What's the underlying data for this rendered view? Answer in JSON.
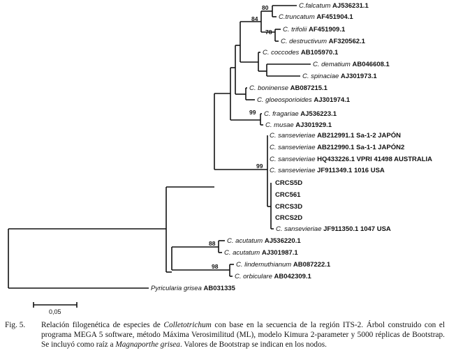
{
  "taxa": [
    {
      "species": "C.falcatum",
      "accession": "AJ536231.1",
      "italic": true
    },
    {
      "species": "C.truncatum",
      "accession": "AF451904.1",
      "italic": true
    },
    {
      "species": "C. trifolii",
      "accession": "AF451909.1",
      "italic": true
    },
    {
      "species": "C. destructivum",
      "accession": "AF320562.1",
      "italic": true
    },
    {
      "species": "C. coccodes",
      "accession": "AB105970.1",
      "italic": true
    },
    {
      "species": "C. dematium",
      "accession": "AB046608.1",
      "italic": true
    },
    {
      "species": "C. spinaciae",
      "accession": "AJ301973.1",
      "italic": true
    },
    {
      "species": "C. boninense",
      "accession": "AB087215.1",
      "italic": true
    },
    {
      "species": "C. gloeosporioides",
      "accession": "AJ301974.1",
      "italic": true
    },
    {
      "species": "C. fragariae",
      "accession": "AJ536223.1",
      "italic": true
    },
    {
      "species": "C. musae",
      "accession": "AJ301929.1",
      "italic": true
    },
    {
      "species": "C. sansevieriae",
      "accession": "AB212991.1 Sa-1-2 JAPÓN",
      "italic": true
    },
    {
      "species": "C. sansevieriae",
      "accession": "AB212990.1 Sa-1-1 JAPÓN2",
      "italic": true
    },
    {
      "species": "C. sansevieriae",
      "accession": "HQ433226.1 VPRI 41498 AUSTRALIA",
      "italic": true
    },
    {
      "species": "C. sansevieriae",
      "accession": "JF911349.1 1016 USA",
      "italic": true
    },
    {
      "species": "",
      "accession": "CRCS5D",
      "italic": false
    },
    {
      "species": "",
      "accession": "CRC561",
      "italic": false
    },
    {
      "species": "",
      "accession": "CRCS3D",
      "italic": false
    },
    {
      "species": "",
      "accession": "CRCS2D",
      "italic": false
    },
    {
      "species": "C. sansevieriae",
      "accession": "JF911350.1 1047 USA",
      "italic": true
    },
    {
      "species": "C. acutatum",
      "accession": "AJ536220.1",
      "italic": true
    },
    {
      "species": "C. acutatum",
      "accession": "AJ301987.1",
      "italic": true
    },
    {
      "species": "C. lindemuthianum",
      "accession": "AB087222.1",
      "italic": true
    },
    {
      "species": "C. orbiculare",
      "accession": "AB042309.1",
      "italic": true
    },
    {
      "species": "Pyricularia grisea",
      "accession": "AB031335",
      "italic": true
    }
  ],
  "bootstrap": [
    "80",
    "84",
    "78",
    "99",
    "99",
    "88",
    "98"
  ],
  "scale_bar": {
    "label": "0,05"
  },
  "caption": {
    "fig_label": "Fig. 5.",
    "text_1": "Relación filogenética de especies de ",
    "genus": "Colletotrichum",
    "text_2": " con base en la secuencia de la región ITS-2. Árbol construido con el programa MEGA 5 software, método Máxima Verosimilitud (ML), modelo Kimura 2-parameter y 5000 réplicas de Bootstrap. Se incluyó como raíz a ",
    "root": "Magnaporthe grisea",
    "text_3": ". Valores de Bootstrap se indican en los nodos."
  }
}
